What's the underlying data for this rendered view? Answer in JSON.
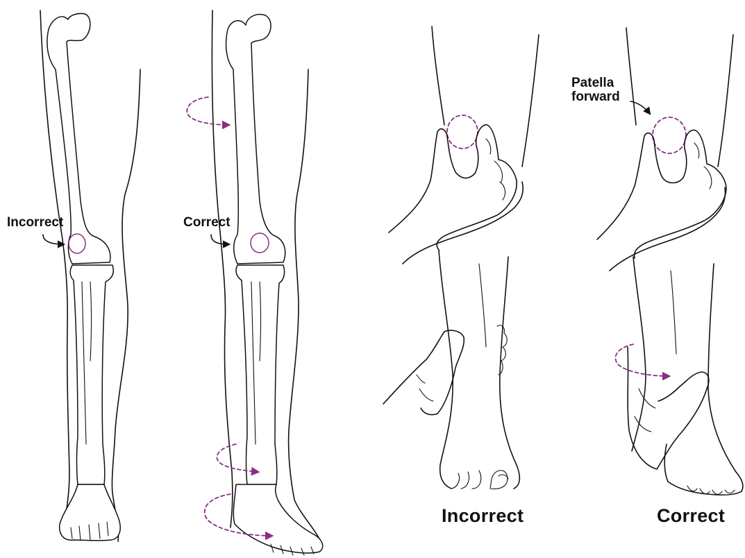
{
  "colors": {
    "accent": "#8a2d86",
    "ink": "#111111",
    "background": "#ffffff"
  },
  "labels": {
    "skeleton_incorrect": "Incorrect",
    "skeleton_correct": "Correct",
    "patella_line1": "Patella",
    "patella_line2": "forward",
    "leg_incorrect": "Incorrect",
    "leg_correct": "Correct"
  }
}
